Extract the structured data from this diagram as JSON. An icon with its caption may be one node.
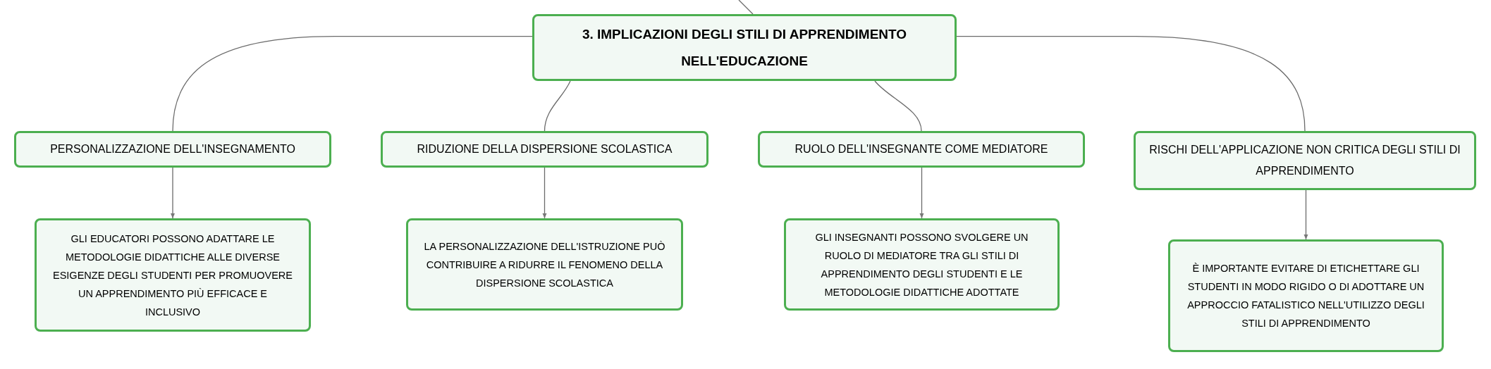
{
  "diagram": {
    "nodes": [
      {
        "text": [
          "3. IMPLICAZIONI DEGLI STILI DI APPRENDIMENTO NELL'EDUCAZIONE"
        ]
      },
      {
        "text": [
          "PERSONALIZZAZIONE DELL'INSEGNAMENTO"
        ]
      },
      {
        "text": [
          "RIDUZIONE DELLA DISPERSIONE SCOLASTICA"
        ]
      },
      {
        "text": [
          "RUOLO DELL'INSEGNANTE COME MEDIATORE"
        ]
      },
      {
        "text": [
          "RISCHI DELL'APPLICAZIONE NON CRITICA DEGLI STILI DI APPRENDIMENTO"
        ]
      },
      {
        "text": [
          "GLI EDUCATORI POSSONO ADATTARE LE METODOLOGIE DIDATTICHE ALLE DIVERSE ESIGENZE DEGLI STUDENTI PER PROMUOVERE UN APPRENDIMENTO PIÙ EFFICACE E INCLUSIVO"
        ]
      },
      {
        "text": [
          "LA PERSONALIZZAZIONE DELL'ISTRUZIONE PUÒ CONTRIBUIRE A RIDURRE IL FENOMENO DELLA DISPERSIONE SCOLASTICA"
        ]
      },
      {
        "text": [
          "GLI INSEGNANTI POSSONO SVOLGERE UN RUOLO DI MEDIATORE TRA GLI STILI DI APPRENDIMENTO DEGLI STUDENTI E LE METODOLOGIE DIDATTICHE ADOTTATE"
        ]
      },
      {
        "text": [
          "È IMPORTANTE EVITARE DI ETICHETTARE GLI STUDENTI IN MODO RIGIDO O DI ADOTTARE UN APPROCCIO FATALISTICO NELL'UTILIZZO DEGLI STILI DI APPRENDIMENTO"
        ]
      }
    ],
    "edges": [
      {
        "from": null,
        "to": 0,
        "arrow": "none"
      },
      {
        "from": 0,
        "to": 1,
        "arrow": "none"
      },
      {
        "from": 0,
        "to": 2,
        "arrow": "none"
      },
      {
        "from": 0,
        "to": 3,
        "arrow": "none"
      },
      {
        "from": 0,
        "to": 4,
        "arrow": "none"
      },
      {
        "from": 1,
        "to": 5,
        "arrow": "to"
      },
      {
        "from": 2,
        "to": 6,
        "arrow": "to"
      },
      {
        "from": 3,
        "to": 7,
        "arrow": "to"
      },
      {
        "from": 4,
        "to": 8,
        "arrow": "to"
      }
    ]
  }
}
